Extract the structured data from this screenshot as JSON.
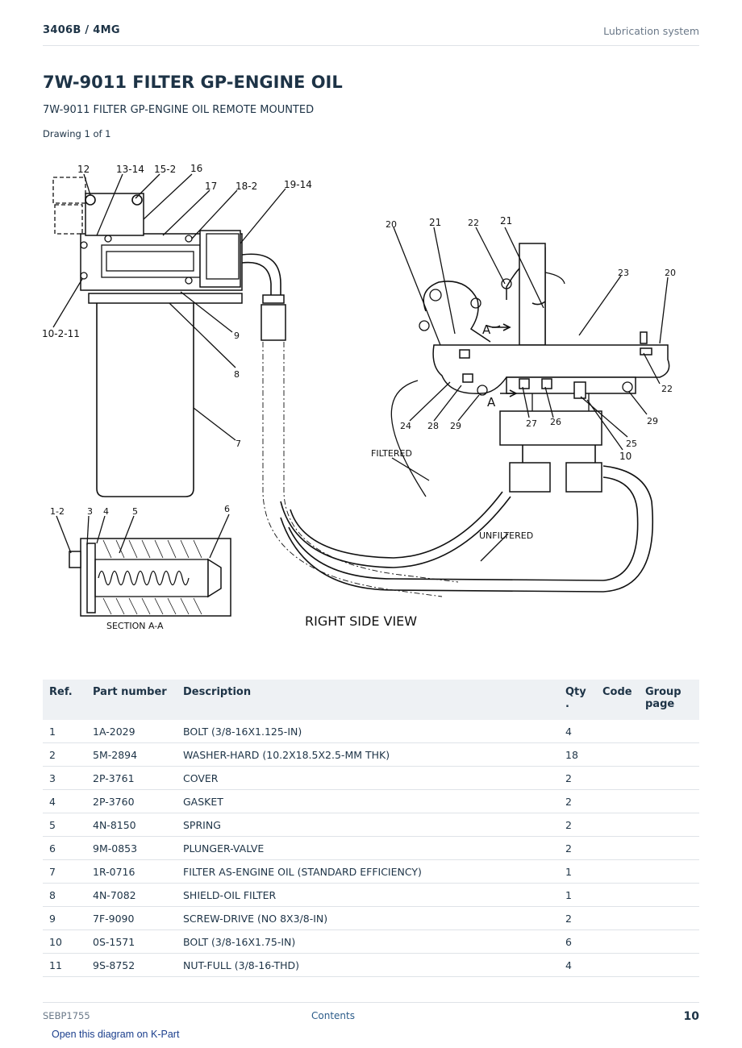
{
  "header": {
    "model": "3406B  /  4MG",
    "section": "Lubrication system"
  },
  "title": "7W-9011 FILTER GP-ENGINE OIL",
  "subtitle": "7W-9011 FILTER GP-ENGINE OIL REMOTE MOUNTED",
  "drawing_count": "Drawing 1 of 1",
  "diagram": {
    "callouts": [
      "12",
      "13-14",
      "15-2",
      "16",
      "17",
      "18-2",
      "19-14",
      "10-2-11",
      "9",
      "8",
      "7",
      "1-2",
      "3",
      "4",
      "5",
      "6",
      "20",
      "21",
      "22",
      "21",
      "23",
      "20",
      "22",
      "29",
      "24",
      "28",
      "29",
      "27",
      "26",
      "25",
      "10"
    ],
    "labels": {
      "section": "SECTION  A-A",
      "view": "RIGHT  SIDE  VIEW",
      "filtered": "FILTERED",
      "unfiltered": "UNFILTERED",
      "section_mark": "A"
    }
  },
  "table": {
    "headers": {
      "ref": "Ref.",
      "part_number": "Part number",
      "description": "Description",
      "qty": "Qty\n.",
      "code": "Code",
      "group_page": "Group page"
    },
    "rows": [
      {
        "ref": "1",
        "pn": "1A-2029",
        "desc": "BOLT (3/8-16X1.125-IN)",
        "qty": "4"
      },
      {
        "ref": "2",
        "pn": "5M-2894",
        "desc": "WASHER-HARD (10.2X18.5X2.5-MM THK)",
        "qty": "18"
      },
      {
        "ref": "3",
        "pn": "2P-3761",
        "desc": "COVER",
        "qty": "2"
      },
      {
        "ref": "4",
        "pn": "2P-3760",
        "desc": "GASKET",
        "qty": "2"
      },
      {
        "ref": "5",
        "pn": "4N-8150",
        "desc": "SPRING",
        "qty": "2"
      },
      {
        "ref": "6",
        "pn": "9M-0853",
        "desc": "PLUNGER-VALVE",
        "qty": "2"
      },
      {
        "ref": "7",
        "pn": "1R-0716",
        "desc": "FILTER AS-ENGINE OIL (STANDARD EFFICIENCY)",
        "qty": "1"
      },
      {
        "ref": "8",
        "pn": "4N-7082",
        "desc": "SHIELD-OIL FILTER",
        "qty": "1"
      },
      {
        "ref": "9",
        "pn": "7F-9090",
        "desc": "SCREW-DRIVE (NO 8X3/8-IN)",
        "qty": "2"
      },
      {
        "ref": "10",
        "pn": "0S-1571",
        "desc": "BOLT (3/8-16X1.75-IN)",
        "qty": "6"
      },
      {
        "ref": "11",
        "pn": "9S-8752",
        "desc": "NUT-FULL (3/8-16-THD)",
        "qty": "4"
      }
    ]
  },
  "footer": {
    "doc_id": "SEBP1755",
    "contents": "Contents",
    "page": "10"
  },
  "link": {
    "kpart": "Open this diagram on K-Part"
  }
}
